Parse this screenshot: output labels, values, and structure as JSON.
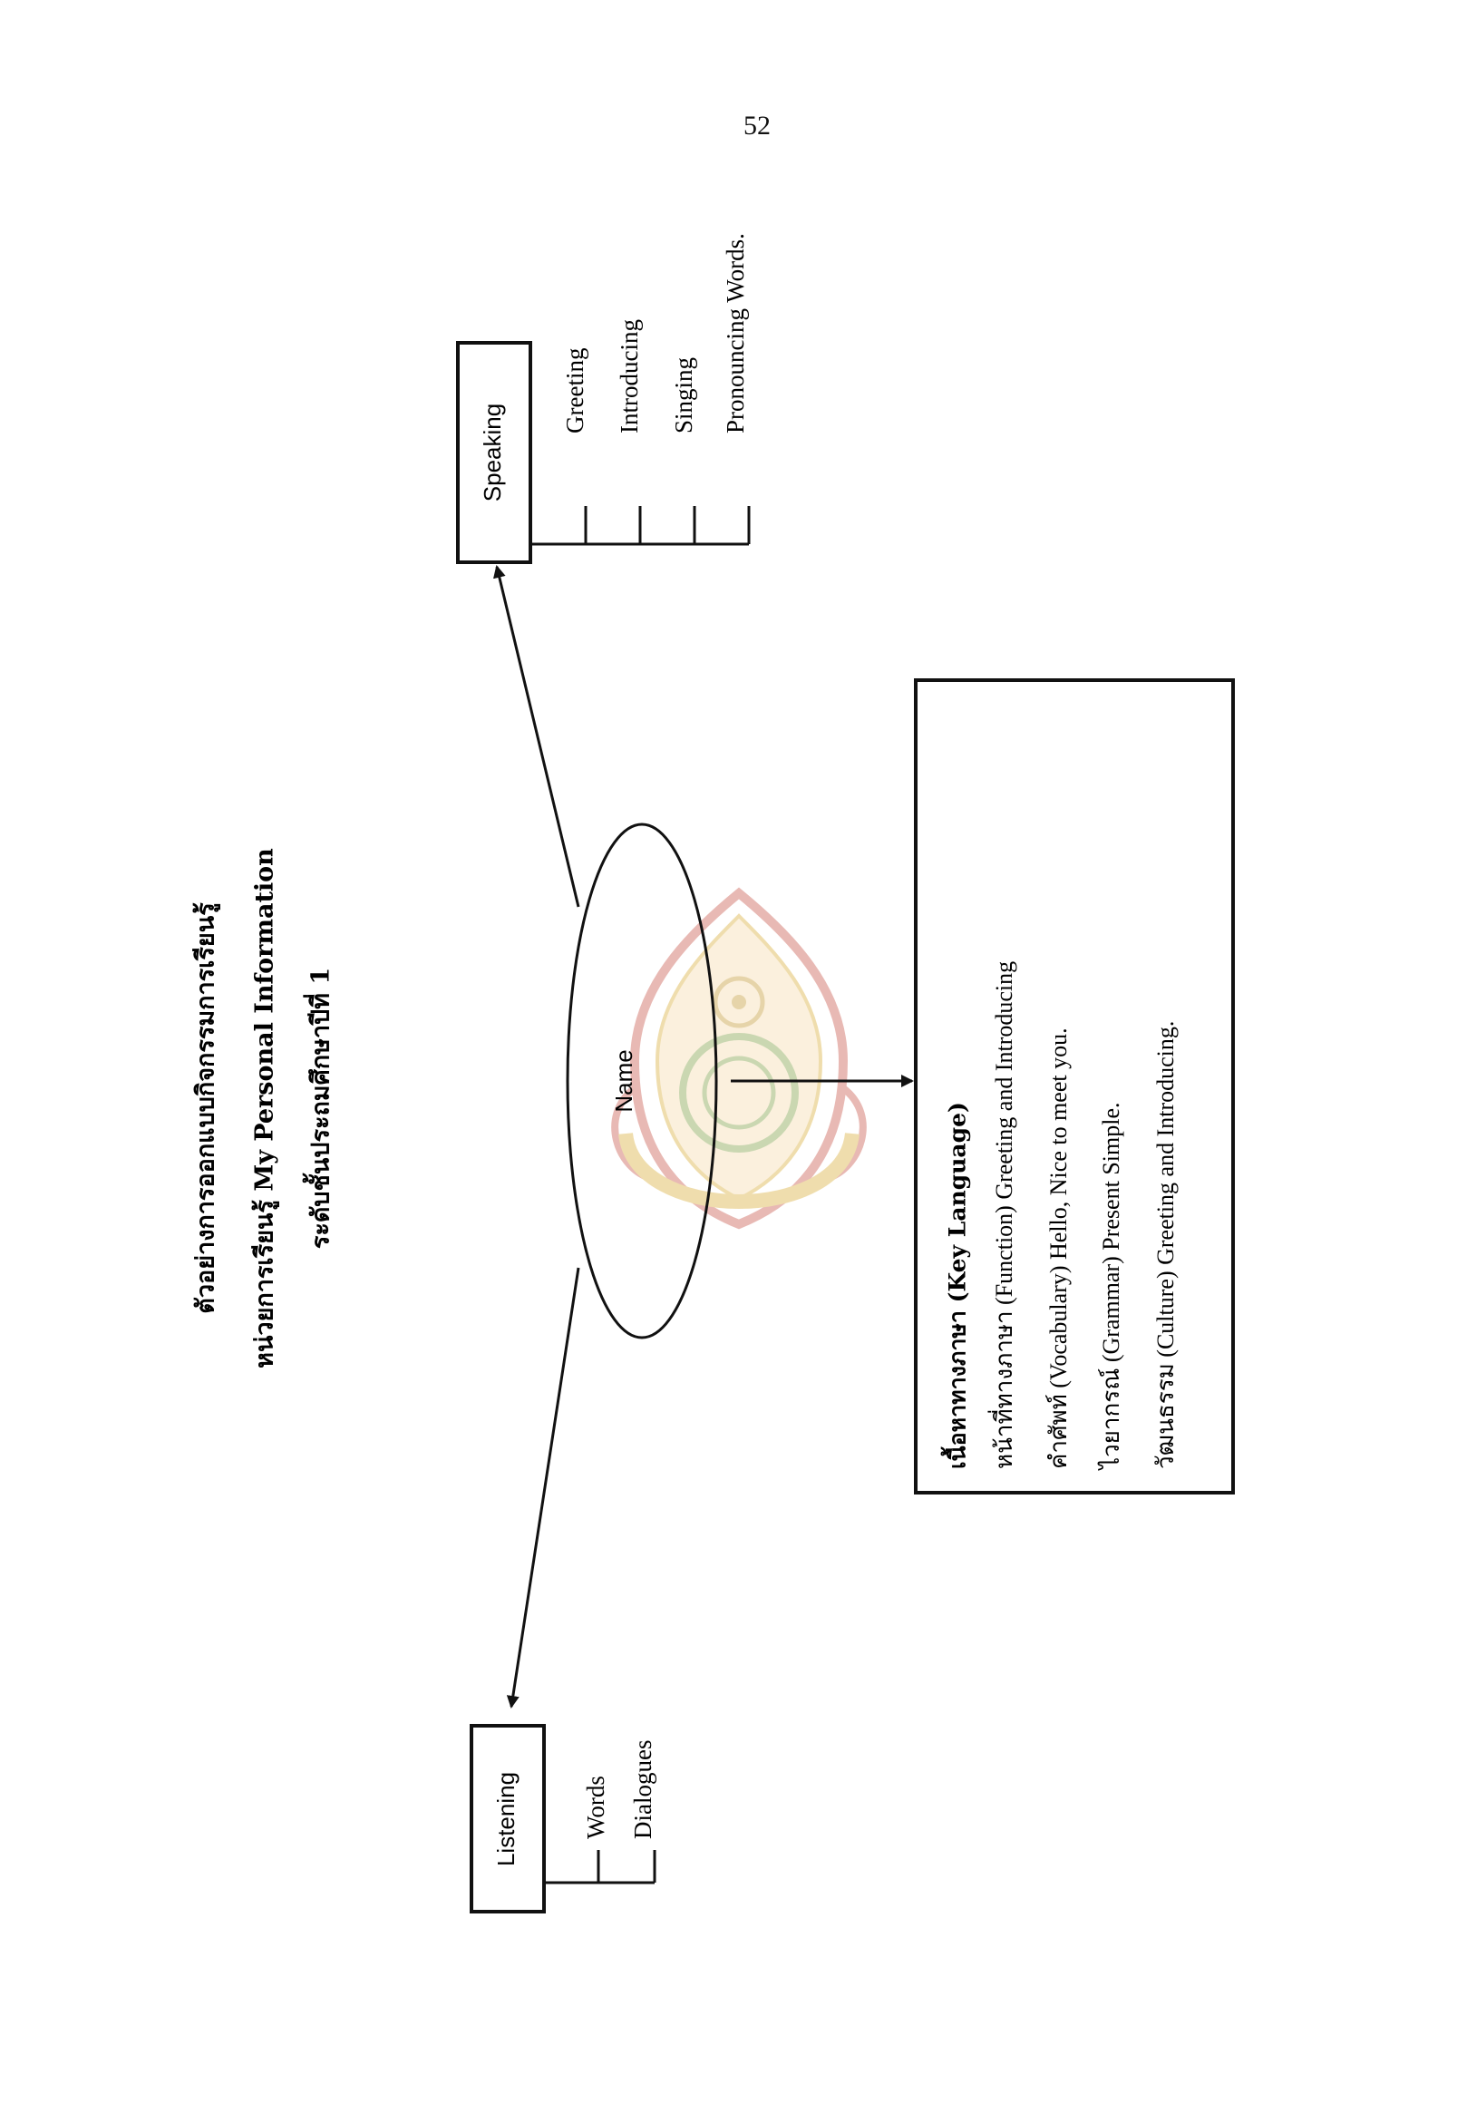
{
  "page_number": "52",
  "title": {
    "line1": "ตัวอย่างการออกแบบกิจกรรมการเรียนรู้",
    "line2": "หน่วยการเรียนรู้ My Personal Information",
    "line3": "ระดับชั้นประถมศึกษาปีที่  1"
  },
  "center": {
    "label": "Name"
  },
  "speaking": {
    "label": "Speaking",
    "items": [
      "Greeting",
      "Introducing",
      "Singing",
      "Pronouncing  Words."
    ]
  },
  "listening": {
    "label": "Listening",
    "items": [
      "Words",
      "Dialogues"
    ]
  },
  "key_language": {
    "heading": "เนื้อหาทางภาษา (Key Language)",
    "lines": [
      "หน้าที่ทางภาษา (Function) Greeting and Introducing",
      "คำศัพท์ (Vocabulary)  Hello, Nice to meet you.",
      "ไวยากรณ์  (Grammar) Present Simple.",
      "วัฒนธรรม (Culture) Greeting and Introducing."
    ]
  },
  "watermark": {
    "icon": "school-seal-watermark",
    "color": "#d4a017"
  }
}
